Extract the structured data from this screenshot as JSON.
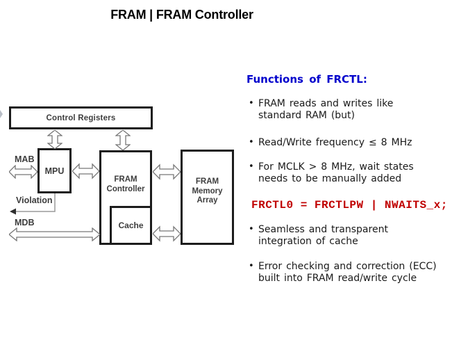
{
  "title": "FRAM | FRAM Controller",
  "diagram": {
    "blocks": {
      "control_registers": "Control Registers",
      "mpu": "MPU",
      "fram_controller": "FRAM\nController",
      "cache": "Cache",
      "fram_memory_array": "FRAM\nMemory\nArray"
    },
    "labels": {
      "mab": "MAB",
      "mdb": "MDB",
      "violation": "Violation"
    }
  },
  "panel": {
    "heading": "Functions of FRCTL:",
    "bullet_char": "•",
    "bullets": [
      {
        "text": "FRAM reads and writes like\nstandard RAM (but)"
      },
      {
        "text": "Read/Write frequency ≤ 8 MHz"
      },
      {
        "text": "For MCLK > 8 MHz, wait states\nneeds to be manually added"
      },
      {
        "text": "Seamless and transparent\nintegration of cache"
      },
      {
        "text": "Error checking and correction (ECC)\nbuilt into FRAM read/write cycle"
      }
    ],
    "code": "FRCTL0 = FRCTLPW | NWAITS_x;"
  },
  "colors": {
    "heading_blue": "#0000CC",
    "code_red": "#C00000",
    "box_border": "#1C1C1C",
    "diagram_text": "#3D3D3D",
    "arrow_outline": "#777777"
  }
}
